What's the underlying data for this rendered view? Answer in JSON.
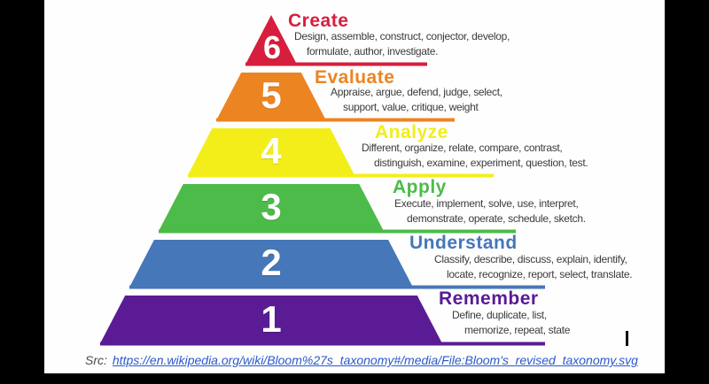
{
  "title": "Bloom's revised taxonomy pyramid",
  "levels": [
    {
      "number": "6",
      "label": "Create",
      "color": "#d81e3d",
      "lines": [
        "Design, assemble, construct, conjector, develop,",
        "formulate, author, investigate."
      ]
    },
    {
      "number": "5",
      "label": "Evaluate",
      "color": "#ed8422",
      "lines": [
        "Appraise, argue, defend, judge, select,",
        "support, value, critique, weight"
      ]
    },
    {
      "number": "4",
      "label": "Analyze",
      "color": "#f3ee19",
      "lines": [
        "Different, organize, relate, compare, contrast,",
        "distinguish, examine, experiment, question, test."
      ]
    },
    {
      "number": "3",
      "label": "Apply",
      "color": "#4cbb49",
      "lines": [
        "Execute, implement, solve, use, interpret,",
        "demonstrate, operate, schedule, sketch."
      ]
    },
    {
      "number": "2",
      "label": "Understand",
      "color": "#4577b9",
      "lines": [
        "Classify, describe, discuss, explain, identify,",
        "locate, recognize, report, select, translate."
      ]
    },
    {
      "number": "1",
      "label": "Remember",
      "color": "#5a1b95",
      "lines": [
        "Define, duplicate, list,",
        "memorize, repeat, state"
      ]
    }
  ],
  "source": {
    "prefix": "Src:",
    "url": "https://en.wikipedia.org/wiki/Bloom%27s_taxonomy#/media/File:Bloom's_revised_taxonomy.svg"
  },
  "cursor_glyph": "|",
  "colors": {
    "description_text": "#3b3b3b",
    "link": "#2a58cc",
    "number_text": "#ffffff",
    "background": "#fefefe",
    "letterbox": "#000000"
  }
}
